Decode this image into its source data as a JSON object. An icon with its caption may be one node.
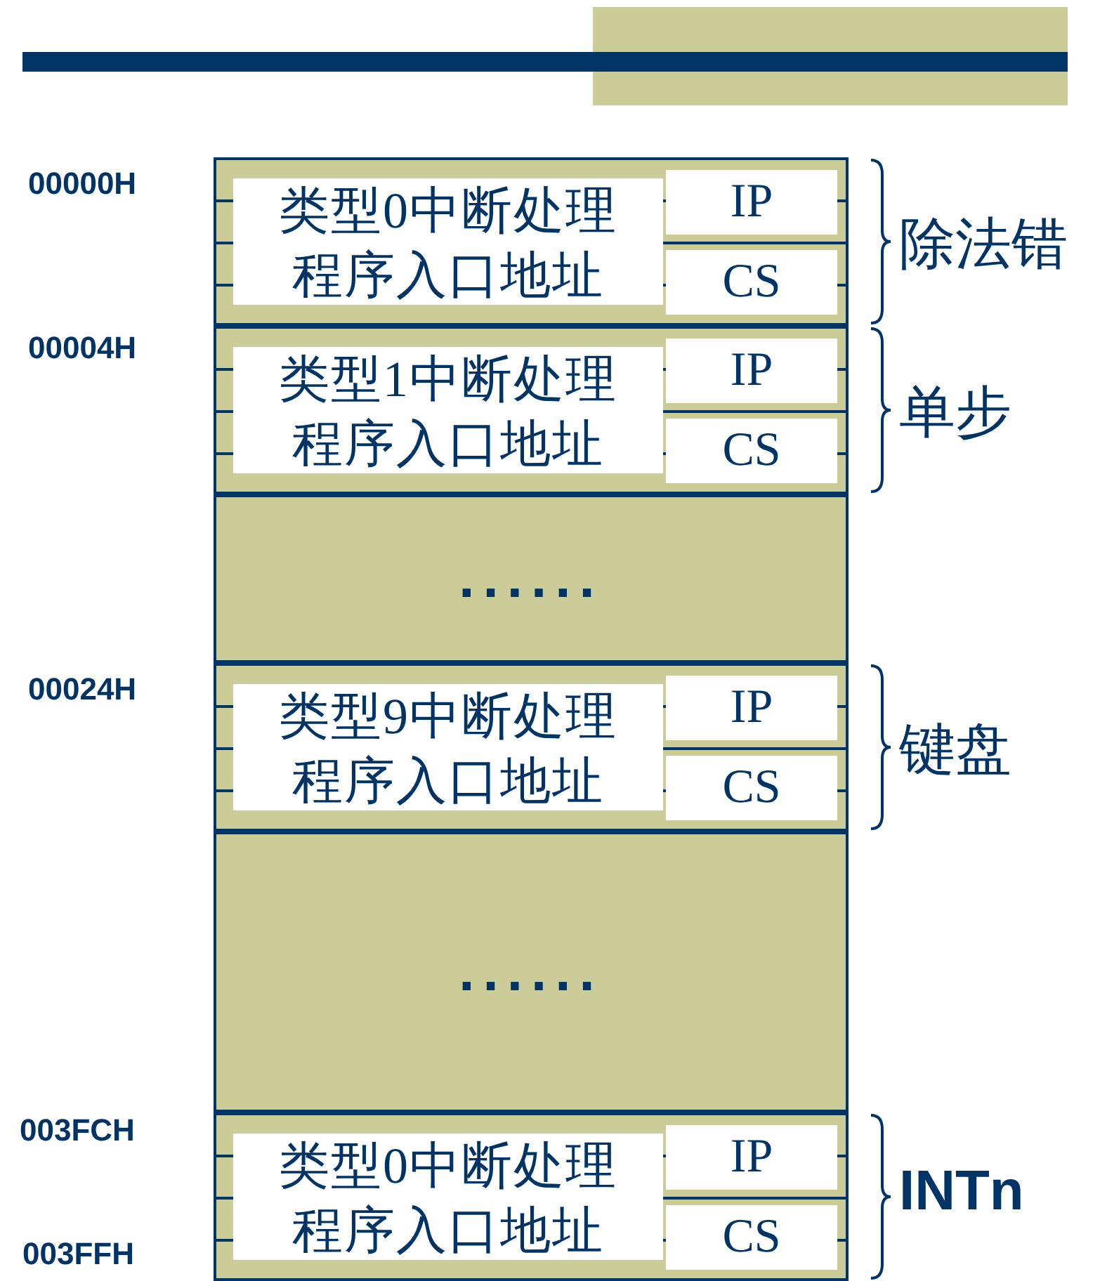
{
  "diagram": {
    "nodes": [
      {
        "text": [
          "类型0中断处理程序入口地址"
        ],
        "beside": [
          "除法错"
        ]
      },
      {
        "text": [
          "IP"
        ],
        "in": 0
      },
      {
        "text": [
          "CS"
        ],
        "in": 0
      },
      {
        "text": [
          "类型1中断处理程序入口地址"
        ],
        "beside": [
          "单步"
        ]
      },
      {
        "text": [
          "IP"
        ],
        "in": 3
      },
      {
        "text": [
          "CS"
        ],
        "in": 3
      },
      {
        "text": [
          "......"
        ]
      },
      {
        "text": [
          "类型9中断处理程序入口地址"
        ],
        "beside": [
          "键盘"
        ]
      },
      {
        "text": [
          "IP"
        ],
        "in": 7
      },
      {
        "text": [
          "CS"
        ],
        "in": 7
      },
      {
        "text": [
          "......"
        ]
      },
      {
        "text": [
          "类型0中断处理程序入口地址"
        ],
        "beside": [
          "INTn"
        ]
      },
      {
        "text": [
          "IP"
        ],
        "in": 11
      },
      {
        "text": [
          "CS"
        ],
        "in": 11
      }
    ],
    "edges": [],
    "labels": [
      "00000H",
      "00004H",
      "00024H",
      "003FCH",
      "003FFH"
    ]
  }
}
